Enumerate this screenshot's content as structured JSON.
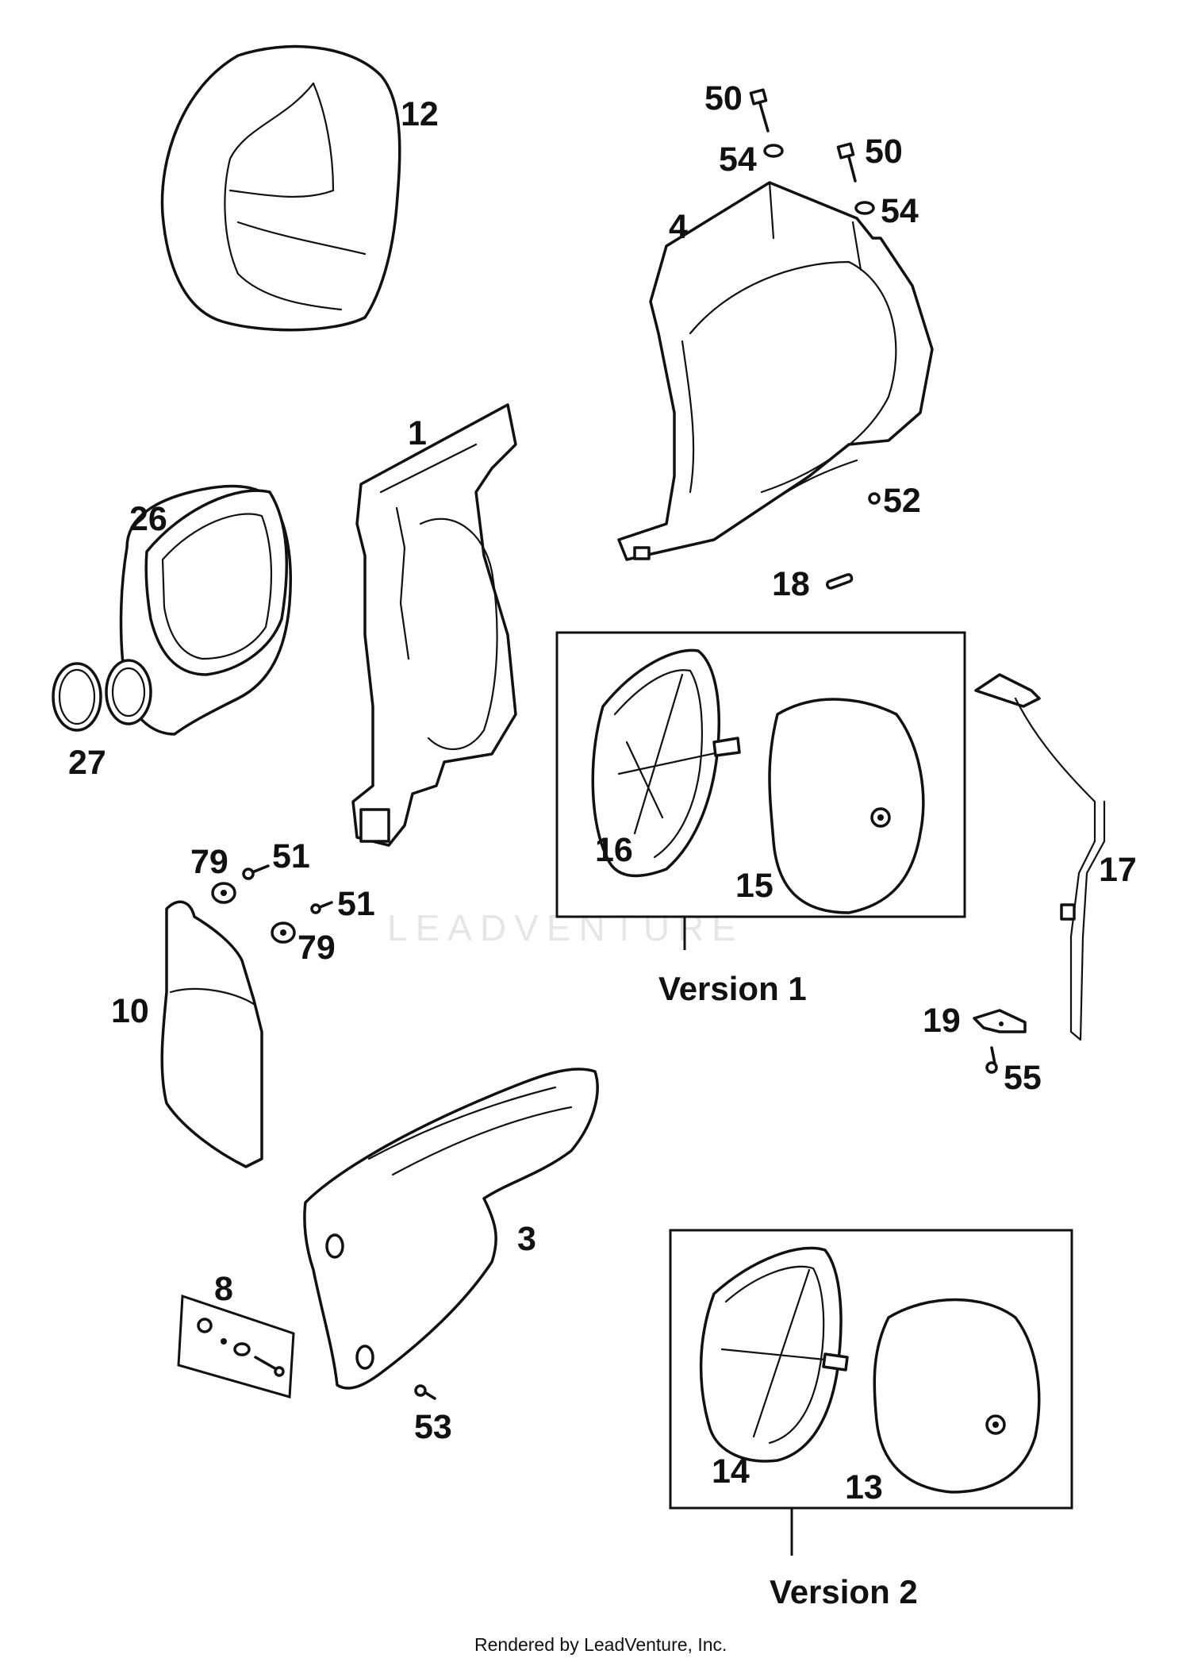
{
  "watermark": "LEADVENTURE",
  "footer": "Rendered by LeadVenture, Inc.",
  "callouts": {
    "c12": "12",
    "c50a": "50",
    "c54a": "54",
    "c50b": "50",
    "c54b": "54",
    "c4": "4",
    "c1": "1",
    "c26": "26",
    "c52": "52",
    "c18": "18",
    "c27": "27",
    "c79a": "79",
    "c51a": "51",
    "c51b": "51",
    "c79b": "79",
    "c16": "16",
    "c15": "15",
    "c17": "17",
    "c10": "10",
    "c19": "19",
    "c55": "55",
    "c3": "3",
    "c8": "8",
    "c53": "53",
    "c14": "14",
    "c13": "13"
  },
  "groups": {
    "version1": "Version 1",
    "version2": "Version 2"
  }
}
